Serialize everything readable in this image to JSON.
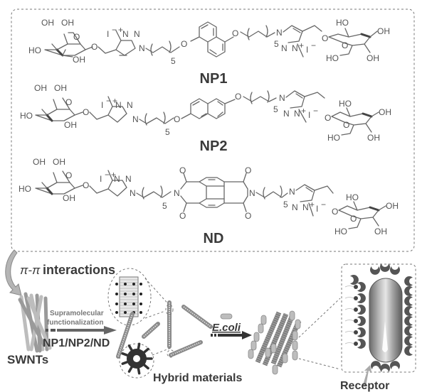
{
  "molecules": [
    {
      "id": "np1",
      "label": "NP1",
      "core": "1,5-naphthalene diether",
      "repeat_subscript": "5",
      "counterion_left": "I",
      "counterion_right": "I",
      "charge": "+"
    },
    {
      "id": "np2",
      "label": "NP2",
      "core": "2,6-naphthalene diether",
      "repeat_subscript": "5",
      "counterion_left": "I",
      "counterion_right": "I",
      "charge": "+"
    },
    {
      "id": "nd",
      "label": "ND",
      "core": "naphthalene diimide",
      "repeat_subscript": "5",
      "counterion_left": "I",
      "counterion_right": "I",
      "charge": "+"
    }
  ],
  "atoms": {
    "oh": "OH",
    "ho": "HO",
    "o": "O",
    "n": "N",
    "iodide": "I",
    "minus": "−",
    "plus": "+",
    "five": "5"
  },
  "workflow": {
    "interaction_label_greek": "π-π",
    "interaction_label": "interactions",
    "swnts_label": "SWNTs",
    "step1_line1": "Supramolecular",
    "step1_line2": "functionalization",
    "step1_reagents": "NP1/NP2/ND",
    "hybrid_label": "Hybrid materials",
    "step2_label": "E.coli",
    "receptor_label": "Receptor"
  },
  "colors": {
    "text": "#3a3a3a",
    "bond": "#666666",
    "arrow": "#555555",
    "bacterium_dark": "#6a6a6a",
    "bacterium_light": "#d8d8d8",
    "border": "#888888"
  }
}
